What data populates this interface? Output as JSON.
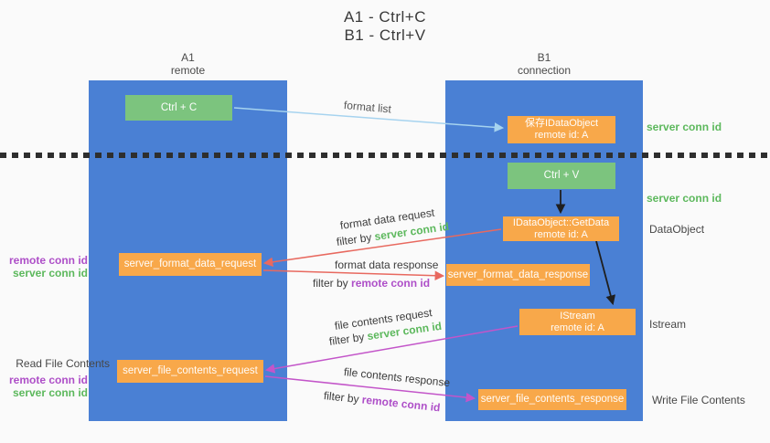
{
  "title": {
    "line1": "A1 - Ctrl+C",
    "line2": "B1 - Ctrl+V"
  },
  "lanes": {
    "left": {
      "name": "A1",
      "role": "remote"
    },
    "right": {
      "name": "B1",
      "role": "connection"
    }
  },
  "nodes": {
    "ctrl_c": {
      "label": "Ctrl + C"
    },
    "save_idataobject": {
      "line1": "保存IDataObject",
      "line2": "remote id: A"
    },
    "ctrl_v": {
      "label": "Ctrl + V"
    },
    "idataobject_getdata": {
      "line1": "IDataObject::GetData",
      "line2": "remote id: A"
    },
    "server_format_data_request": {
      "label": "server_format_data_request"
    },
    "server_format_data_response": {
      "label": "server_format_data_response"
    },
    "istream": {
      "line1": "IStream",
      "line2": "remote id: A"
    },
    "server_file_contents_request": {
      "label": "server_file_contents_request"
    },
    "server_file_contents_response": {
      "label": "server_file_contents_response"
    }
  },
  "edge_labels": {
    "format_list": "format list",
    "format_data_request": "format data request",
    "format_data_response": "format data response",
    "file_contents_request": "file contents request",
    "file_contents_response": "file contents response",
    "filter_by": "filter by",
    "server_conn_id": "server conn id",
    "remote_conn_id": "remote conn id"
  },
  "side_labels": {
    "right_server_conn_id_top": "server conn id",
    "right_server_conn_id_mid": "server conn id",
    "right_dataobject": "DataObject",
    "right_istream": "Istream",
    "right_write_file_contents": "Write File Contents",
    "left_read_file_contents": "Read File Contents",
    "left_remote_conn_id_1": "remote conn id",
    "left_server_conn_id_1": "server conn id",
    "left_remote_conn_id_2": "remote conn id",
    "left_server_conn_id_2": "server conn id"
  },
  "colors": {
    "bg": "#fafafa",
    "lane-blue": "#4a80d4",
    "box-green": "#7cc47e",
    "box-orange": "#f8a84a",
    "green-text": "#5cb85c",
    "purple-text": "#ae4fc8",
    "arrow-red": "#e8695f",
    "arrow-magenta": "#c355c9",
    "arrow-lightblue": "#a6d3ef",
    "arrow-black": "#1f1f1f",
    "dash": "#2e2e2e",
    "text-dark": "#3a3a3a"
  }
}
